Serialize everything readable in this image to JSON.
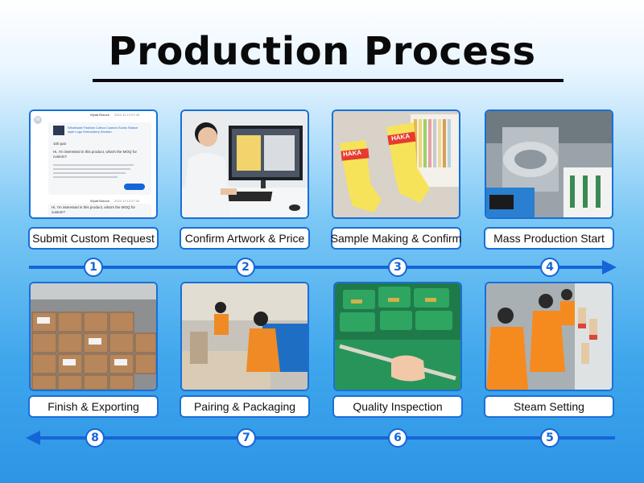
{
  "title": "Production Process",
  "steps_top": [
    {
      "number": "1",
      "label": "Submit Custom Request"
    },
    {
      "number": "2",
      "label": "Confirm Artwork & Price"
    },
    {
      "number": "3",
      "label": "Sample Making & Confirm"
    },
    {
      "number": "4",
      "label": "Mass Production Start"
    }
  ],
  "steps_bottom": [
    {
      "number": "8",
      "label": "Finish & Exporting"
    },
    {
      "number": "7",
      "label": "Pairing & Packaging"
    },
    {
      "number": "6",
      "label": "Quality Inspection"
    },
    {
      "number": "5",
      "label": "Steam Setting"
    }
  ],
  "chat_mock": {
    "sender": "Wyatt Branch",
    "time": "2024 13 13 07:43",
    "product": "Wholesale Fashion Cotton Custom Socks Stance style Logo Embroidery Woman",
    "moq": "100 pair",
    "message": "Hi, I'm interested in this product, what's the MOQ for custom?",
    "avatar_letter": "W"
  },
  "sock_text": "HAKA",
  "colors": {
    "accent_blue": "#1565d8",
    "border_blue": "#1a6fd6",
    "title_black": "#0a0a0a"
  }
}
